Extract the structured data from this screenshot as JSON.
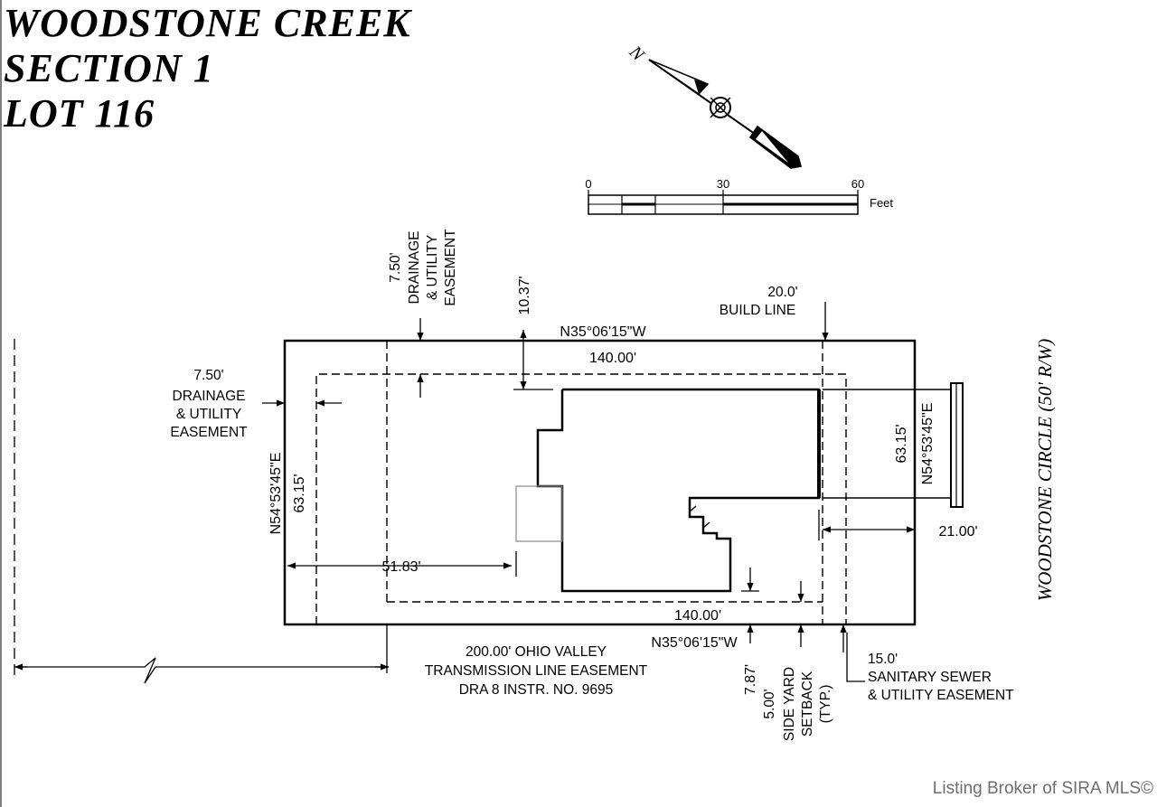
{
  "title": {
    "line1": "WOODSTONE CREEK",
    "line2": "SECTION 1",
    "line3": "LOT 116"
  },
  "north_arrow": {
    "label": "N"
  },
  "scale_bar": {
    "ticks": [
      "0",
      "30",
      "60"
    ],
    "unit": "Feet"
  },
  "road": {
    "name": "WOODSTONE CIRCLE (50' R/W)"
  },
  "bearings": {
    "top": "N35°06'15\"W",
    "bottom": "N35°06'15\"W",
    "left": "N54°53'45\"E",
    "right": "N54°53'45\"E"
  },
  "distances": {
    "top": "140.00'",
    "bottom": "140.00'",
    "left": "63.15'",
    "right": "63.15'"
  },
  "dimensions": {
    "house_front_offset": "10.37'",
    "house_left_offset": "51.83'",
    "house_right_offset": "21.00'",
    "house_bottom_offset": "7.87'"
  },
  "labels": {
    "top_easement": {
      "width": "7.50'",
      "line1": "DRAINAGE",
      "line2": "& UTILITY",
      "line3": "EASEMENT"
    },
    "left_easement": {
      "width": "7.50'",
      "line1": "DRAINAGE",
      "line2": "& UTILITY",
      "line3": "EASEMENT"
    },
    "build_line": {
      "width": "20.0'",
      "text": "BUILD LINE"
    },
    "transmission": {
      "line1": "200.00' OHIO VALLEY",
      "line2": "TRANSMISSION LINE EASEMENT",
      "line3": "DRA 8 INSTR. NO. 9695"
    },
    "side_yard": {
      "width": "5.00'",
      "line1": "SIDE YARD",
      "line2": "SETBACK",
      "line3": "(TYP.)"
    },
    "sewer": {
      "width": "15.0'",
      "line1": "SANITARY SEWER",
      "line2": "& UTILITY EASEMENT"
    }
  },
  "watermark": "Listing Broker of SIRA MLS©"
}
